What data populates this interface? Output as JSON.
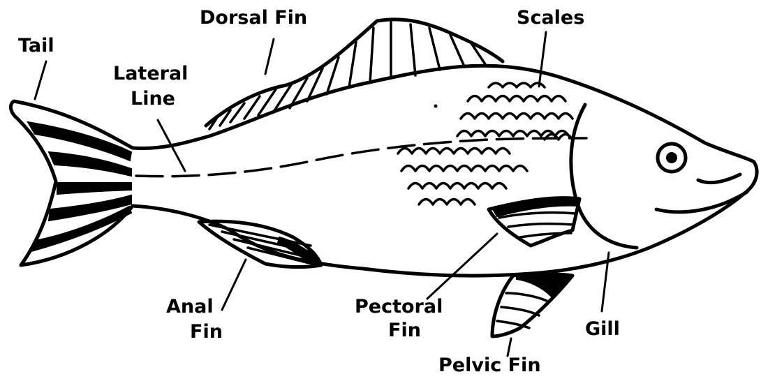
{
  "labels": {
    "tail": "Tail",
    "dorsal_fin": "Dorsal  Fin",
    "scales": "Scales",
    "lateral_line_1": "Lateral",
    "lateral_line_2": "Line",
    "anal_fin_1": "Anal",
    "anal_fin_2": "Fin",
    "pectoral_fin_1": "Pectoral",
    "pectoral_fin_2": "Fin",
    "gill": "Gill",
    "pelvic_fin": "Pelvic  Fin"
  },
  "colors": {
    "ink": "#000000",
    "background": "#ffffff"
  }
}
